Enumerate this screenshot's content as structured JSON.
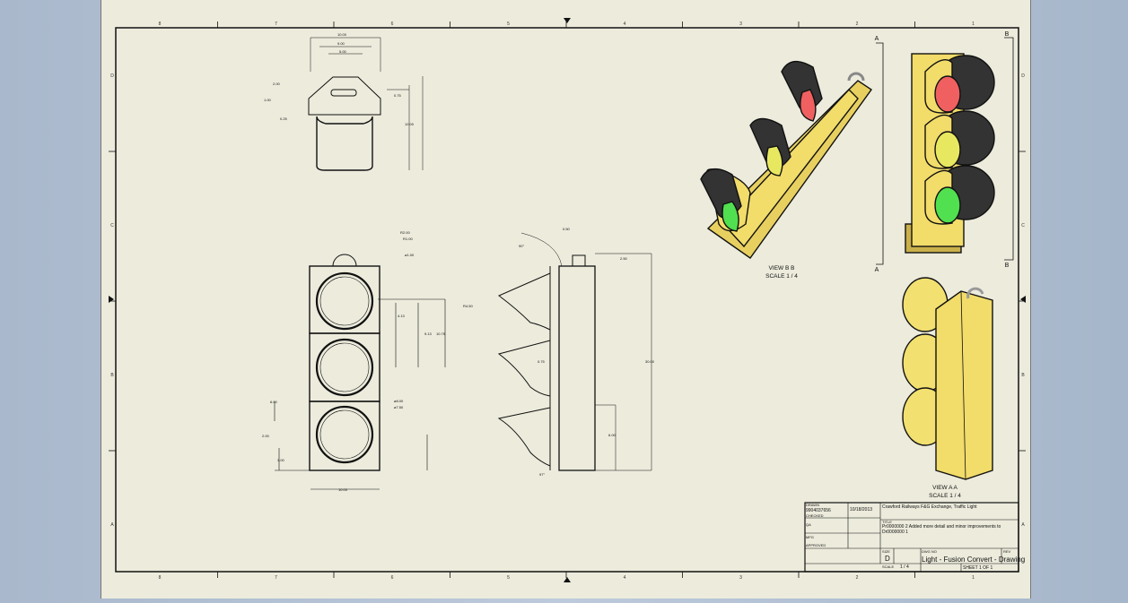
{
  "zones": {
    "columns": [
      "8",
      "7",
      "6",
      "5",
      "4",
      "3",
      "2",
      "1"
    ],
    "rows": [
      "D",
      "C",
      "B",
      "A"
    ]
  },
  "views": {
    "view_bb": {
      "label": "VIEW B B",
      "scale": "SCALE 1 / 4"
    },
    "view_aa": {
      "label": "VIEW A A",
      "scale": "SCALE 1 / 4"
    },
    "section_markers": [
      "A",
      "A",
      "B",
      "B"
    ]
  },
  "dimensions": {
    "top": [
      "10.00",
      "9.00",
      "5.00",
      "2.00",
      "1.00",
      "1.00",
      "0.75",
      "0.25",
      "12.00"
    ],
    "front": [
      "R2.00",
      "R1.00",
      "ø1.00",
      "4.13",
      "9.13",
      "10.75",
      "ø8.00",
      "ø7.50",
      "10.00",
      "6.00",
      "3.00",
      "2.00"
    ],
    "side": [
      "0.50",
      "2.50",
      "30.00",
      "R4.50",
      "6.00",
      "0.75",
      "90°",
      "97°"
    ]
  },
  "title_block": {
    "drawn_label": "DRAWN",
    "drawn_by": "9904037656",
    "date": "10/18/2013",
    "checked_label": "CHECKED",
    "qa_label": "QA",
    "mfg_label": "MFG",
    "approved_label": "APPROVED",
    "company": "Crawford Railways  F&G Exchange, Traffic Light",
    "title_label": "TITLE",
    "revision_note_1": "Pr0000000 2  Added more detail and minor improvements to",
    "revision_note_2": "Dr0000000 1",
    "size_label": "SIZE",
    "size": "D",
    "dwg_no_label": "DWG NO",
    "dwg_no": "Light - Fusion Convert - Drawing",
    "rev_label": "REV",
    "scale_label": "SCALE",
    "scale": "1 / 4",
    "sheet": "SHEET 1  OF 1"
  },
  "colors": {
    "sheet": "#ecebdc",
    "red_lens": "#f06060",
    "yellow_lens": "#e8e860",
    "green_lens": "#50e050",
    "housing": "#f2dc6a"
  }
}
